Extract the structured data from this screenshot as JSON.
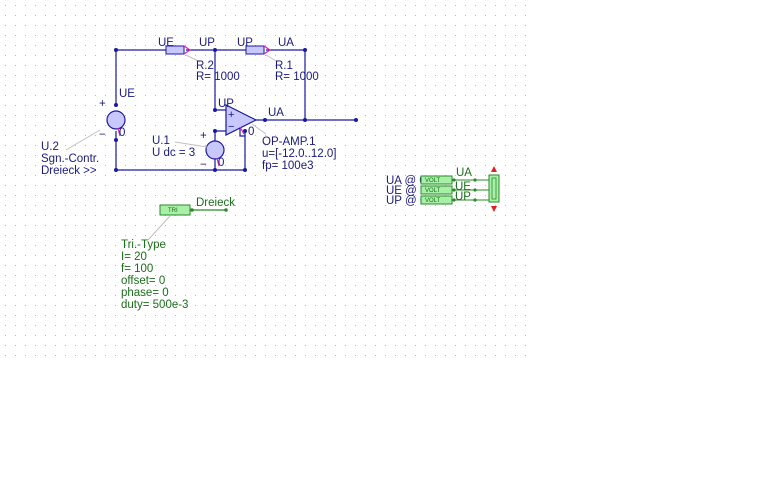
{
  "colors": {
    "wire": "#1a1aa0",
    "text_blue": "#1a1a80",
    "text_green": "#1a6e1a",
    "grid_dot": "#b8b8b8",
    "comp_fill": "#c8c8ff",
    "green_fill": "#a8f0a8",
    "green_stroke": "#2a8a2a",
    "resistor_fill": "#c8c8ff",
    "pin_magenta": "#e020c0",
    "leader_gray": "#c0c0c0",
    "arrow_red": "#e02020"
  },
  "nodes": {
    "ue_top": "UE",
    "up_top1": "UP",
    "up_top2": "UP",
    "ua_top": "UA",
    "ue_mid": "UE",
    "up_mid": "UP",
    "ua_mid": "UA"
  },
  "resistor_r2": {
    "name": "R.2",
    "value": "R= 1000"
  },
  "resistor_r1": {
    "name": "R.1",
    "value": "R= 1000"
  },
  "source_u2": {
    "name": "U.2",
    "line2": "Sgn.-Contr.",
    "line3": "Dreieck >>",
    "plus": "+",
    "minus": "−",
    "zero": "0"
  },
  "source_u1": {
    "name": "U.1",
    "value": "U dc = 3",
    "plus": "+",
    "minus": "−",
    "zero": "0"
  },
  "opamp": {
    "name": "OP-AMP.1",
    "range": "u=[-12.0..12.0]",
    "fp": "fp= 100e3",
    "plus": "+",
    "minus": "−",
    "zero": "0"
  },
  "generator": {
    "box_text": "TRI",
    "output_label": "Dreieck",
    "params": [
      "Tri.-Type",
      "I= 20",
      "f= 100",
      "offset= 0",
      "phase= 0",
      "duty= 500e-3"
    ]
  },
  "voltmeters": [
    {
      "label": "UA @ 0",
      "box": "VOLT",
      "tag": "UA"
    },
    {
      "label": "UE @ 0",
      "box": "VOLT",
      "tag": "UE"
    },
    {
      "label": "UP @ 0",
      "box": "VOLT",
      "tag": "UP"
    }
  ]
}
